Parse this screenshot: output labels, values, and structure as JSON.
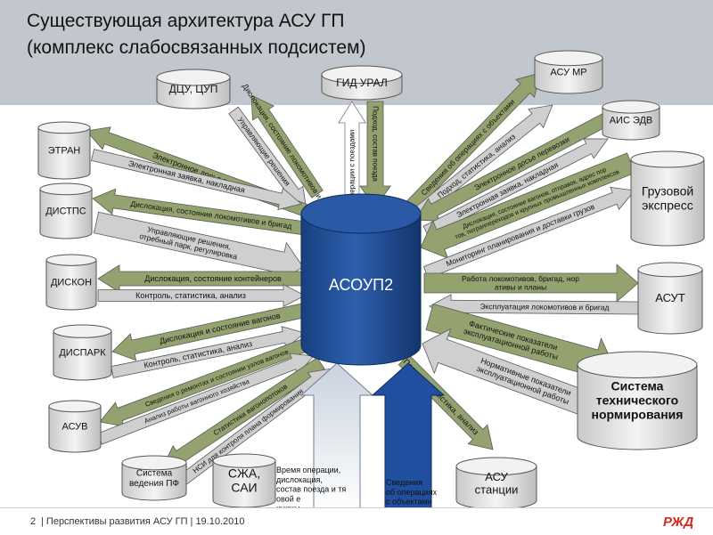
{
  "title_line1": "Существующая архитектура АСУ ГП",
  "title_line2": "(комплекс слабосвязанных подсистем)",
  "center": "АСОУП2",
  "footer": {
    "page": "2",
    "text": "| Перспективы развития АСУ ГП | 19.10.2010"
  },
  "logo": "РЖД",
  "colors": {
    "green": "#93a26e",
    "gray": "#cfcfcf",
    "blue": "#1f4f9e",
    "header": "#c2c7ce"
  },
  "systems": {
    "dcu": "ДЦУ, ЦУП",
    "gid": "ГИД УРАЛ",
    "asumr": "АСУ МР",
    "aisedv": "АИС ЭДВ",
    "etran": "ЭТРАН",
    "gruz": "Грузовой экспресс",
    "distps": "ДИСТПС",
    "diskon": "ДИСКОН",
    "asut": "АСУТ",
    "dispark": "ДИСПАРК",
    "stn": "Система технического нормирования",
    "asuv": "АСУВ",
    "vpf": "Система ведения ПФ",
    "szh": "СЖА, САИ",
    "asus": "АСУ станции"
  },
  "arrows": {
    "a1": "Дислокация, состояние локомотивов и вагонов",
    "a2": "Управляющие решения",
    "a3": "Операции с поездами",
    "a4": "Подход, состав поезда",
    "a5": "Сведения об операциях с объектами",
    "a6": "Подход, статистика, анализ",
    "a7": "Электронное досье перевозки",
    "a8": "Электронная заявка, накладная",
    "a9": "Дислокация, состояние вагонов, отправок, адрес портов, погранпереходов и крупных промышленных комплексов",
    "a10": "Мониторинг планирования и доставки грузов",
    "a11": "Электронное досье перевозки",
    "a12": "Электронная заявка, накладная",
    "a13": "Дислокация, состояние локомотивов и бригад",
    "a14": "Управляющие решения, потребный парк, регулировка",
    "a15": "Работа локомотивов, бригад, нормативы и планы",
    "a16": "Эксплуатация локомотивов и бригад",
    "a17": "Дислокация, состояние контейнеров",
    "a18": "Контроль, статистика, анализ",
    "a19": "Фактические показатели эксплуатационной работы",
    "a20": "Нормативные показатели эксплуатационной работы",
    "a21": "Дислокация и состояние вагонов",
    "a22": "Контроль, статистика, анализ",
    "a23": "Подход, статистика, анализ",
    "a24": "Сведения о ремонтах и состоянии узлов вагонов",
    "a25": "Анализ работы вагонного хозяйства",
    "a26": "Статистика вагонопотоков",
    "a27": "НСИ для контроля плана формирования",
    "a28": "Время операции, дислокация, состав поезда и тяговой единицы",
    "a29": "Сведения об операциях с объектами"
  }
}
